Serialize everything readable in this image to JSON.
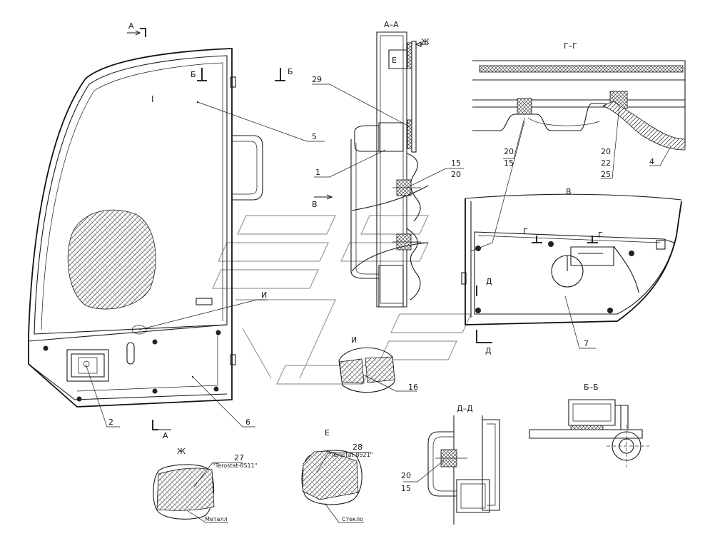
{
  "labels": {
    "view_A_top": "А",
    "view_A_bottom": "А",
    "section_B_left": "Б",
    "section_B_right": "Б",
    "view_V_arrow": "В",
    "section_AA": "А–А",
    "section_GG": "Г–Г",
    "view_V": "В",
    "section_BB": "Б–Б",
    "section_DD": "Д–Д",
    "detail_I": "И",
    "detail_I_ref": "И",
    "detail_Zh": "Ж",
    "detail_Zh_ref": "Ж",
    "detail_E": "Е",
    "detail_E_ref": "Е",
    "section_G_left": "Г",
    "section_G_right": "Г",
    "section_D_top": "Д",
    "section_D_bottom": "Д",
    "roman_one": "I"
  },
  "callouts": {
    "p1": "1",
    "p2": "2",
    "p4": "4",
    "p5": "5",
    "p6": "6",
    "p7": "7",
    "p16": "16",
    "p29": "29",
    "p27": "27",
    "p28": "28",
    "aa_top": "15",
    "aa_bottom": "20",
    "gg_left_top": "20",
    "gg_left_bottom": "15",
    "gg_right_1": "20",
    "gg_right_2": "22",
    "gg_right_3": "25",
    "dd_top": "20",
    "dd_bottom": "15"
  },
  "notes": {
    "terostat_8511": "\"Terostat-8511\"",
    "terostat_8521": "\"Terostat-8521\"",
    "metal": "Металл",
    "glass": "Стекло"
  }
}
